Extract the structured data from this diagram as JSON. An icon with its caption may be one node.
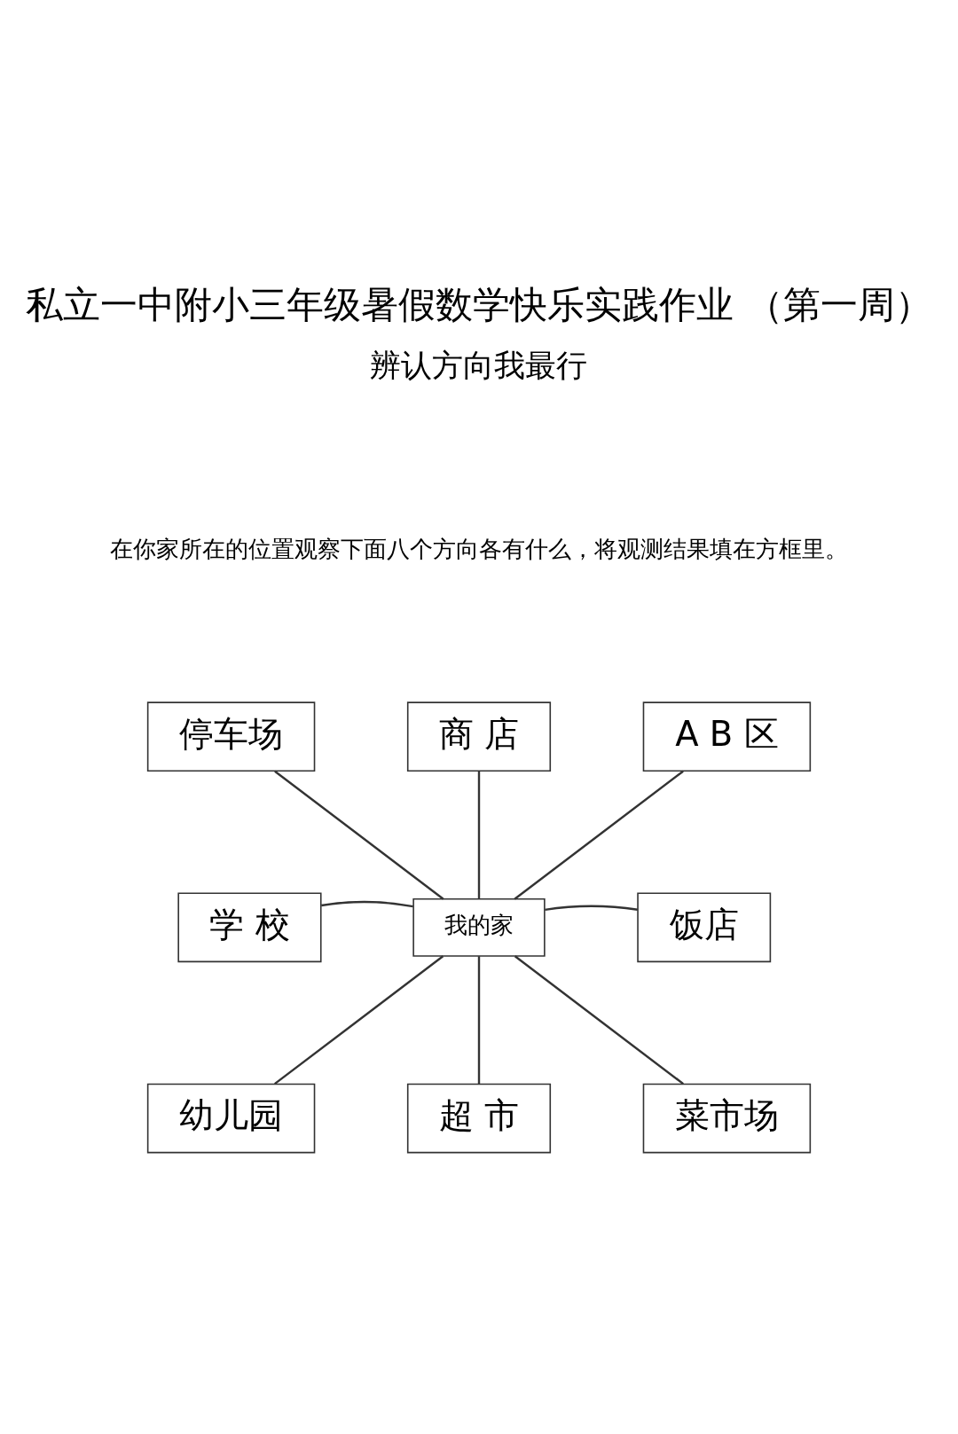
{
  "diagram": {
    "title": "私立一中附小三年级暑假数学快乐实践作业 （第一周）",
    "nodes": [
      {
        "text": [
          "商 店"
        ]
      },
      {
        "text": [
          "停车场"
        ]
      },
      {
        "text": [
          "A B 区"
        ]
      },
      {
        "text": [
          "学 校"
        ]
      },
      {
        "text": [
          "我的家"
        ]
      },
      {
        "text": [
          "饭店"
        ]
      },
      {
        "text": [
          "幼儿园"
        ]
      },
      {
        "text": [
          "超 市"
        ]
      },
      {
        "text": [
          "菜市场"
        ]
      }
    ],
    "edges": [
      {
        "from": 4,
        "to": 0,
        "arrow": "none"
      },
      {
        "from": 4,
        "to": 1,
        "arrow": "none"
      },
      {
        "from": 4,
        "to": 2,
        "arrow": "none"
      },
      {
        "from": 4,
        "to": 3,
        "arrow": "none"
      },
      {
        "from": 4,
        "to": 5,
        "arrow": "none"
      },
      {
        "from": 4,
        "to": 6,
        "arrow": "none"
      },
      {
        "from": 4,
        "to": 7,
        "arrow": "none"
      },
      {
        "from": 4,
        "to": 8,
        "arrow": "none"
      }
    ],
    "labels": [
      "辨认方向我最行",
      "在你家所在的位置观察下面八个方向各有什么，将观测结果填在方框里。"
    ]
  }
}
